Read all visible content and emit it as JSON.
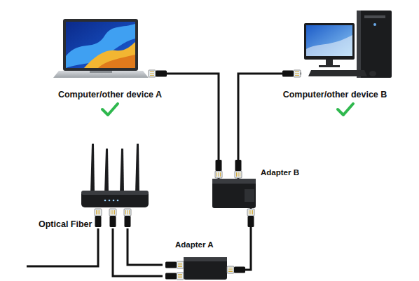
{
  "diagram": {
    "nodes": [
      {
        "text": [
          "Computer/other device A"
        ]
      },
      {
        "text": [
          "Computer/other device B"
        ]
      },
      {
        "text": [
          "Adapter B"
        ]
      },
      {
        "text": [
          "Adapter A"
        ]
      }
    ],
    "edges": [
      {
        "from": 0,
        "to": 2,
        "arrow": "none"
      },
      {
        "from": 1,
        "to": 2,
        "arrow": "none"
      },
      {
        "from": 2,
        "to": 3,
        "arrow": "none"
      }
    ],
    "labels": [
      "Optical Fiber"
    ]
  }
}
